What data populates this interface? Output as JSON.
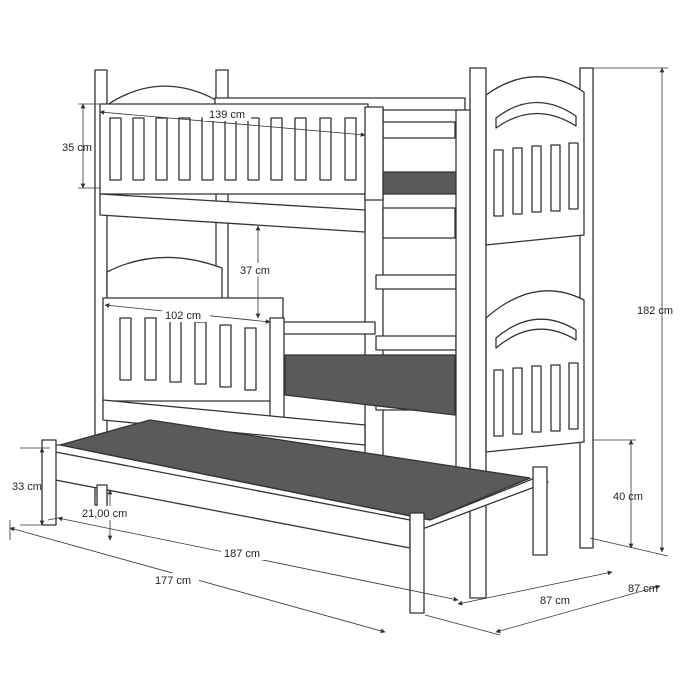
{
  "dimensions": {
    "top_width": "139 cm",
    "rail_height": "35 cm",
    "gap_height": "37 cm",
    "lower_rail_width": "102 cm",
    "total_height": "182 cm",
    "trundle_height": "33 cm",
    "trundle_leg": "21,00 cm",
    "length_inner": "187 cm",
    "length_outer": "177 cm",
    "ladder_height": "40 cm",
    "depth_inner": "87 cm",
    "depth_outer": "87 cm"
  },
  "colors": {
    "line": "#333333",
    "mattress": "#5a5a5a",
    "background": "#ffffff"
  }
}
